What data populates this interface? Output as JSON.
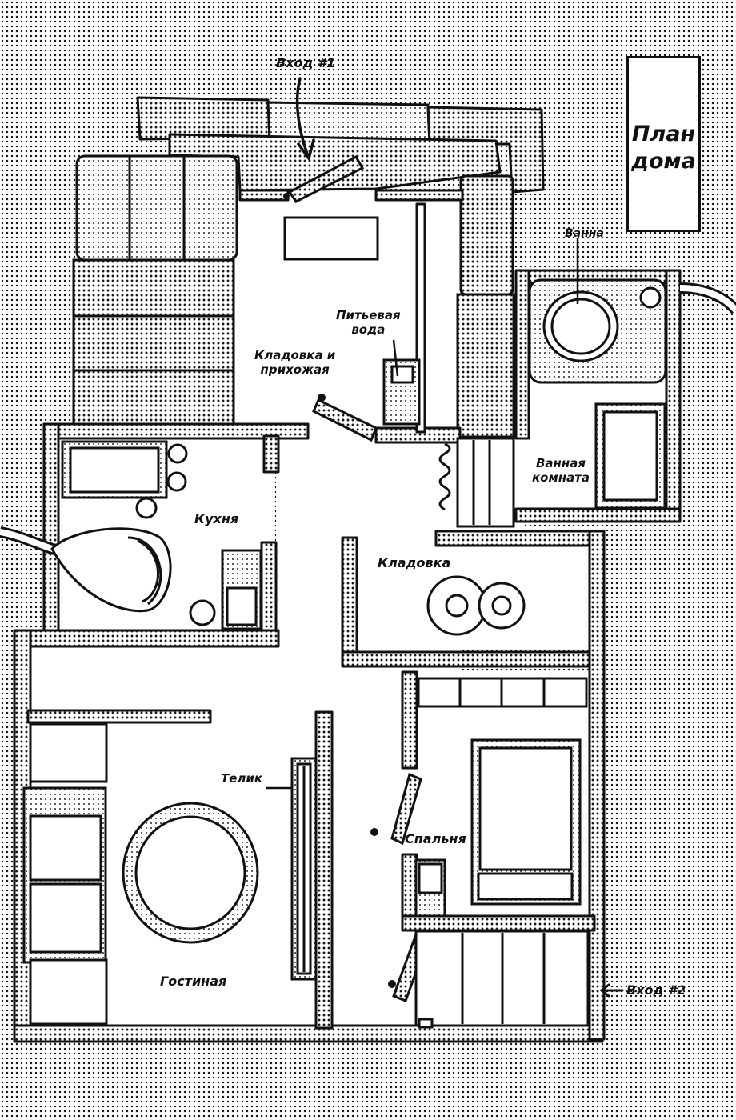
{
  "title": {
    "line1": "План",
    "line2": "дома"
  },
  "labels": {
    "entrance_1": "Вход #1",
    "entrance_2": "Вход #2",
    "bath": "Ванна",
    "drinking_water": {
      "line1": "Питьевая",
      "line2": "вода"
    },
    "storage_hall": {
      "line1": "Кладовка и",
      "line2": "прихожая"
    },
    "bathroom": {
      "line1": "Ванная",
      "line2": "комната"
    },
    "kitchen": "Кухня",
    "pantry": "Кладовка",
    "tv": "Телик",
    "bedroom": "Спальня",
    "living_room": "Гостиная"
  },
  "colors": {
    "ink": "#111111",
    "paper": "#ffffff",
    "halftone": "#1a1a1a"
  }
}
